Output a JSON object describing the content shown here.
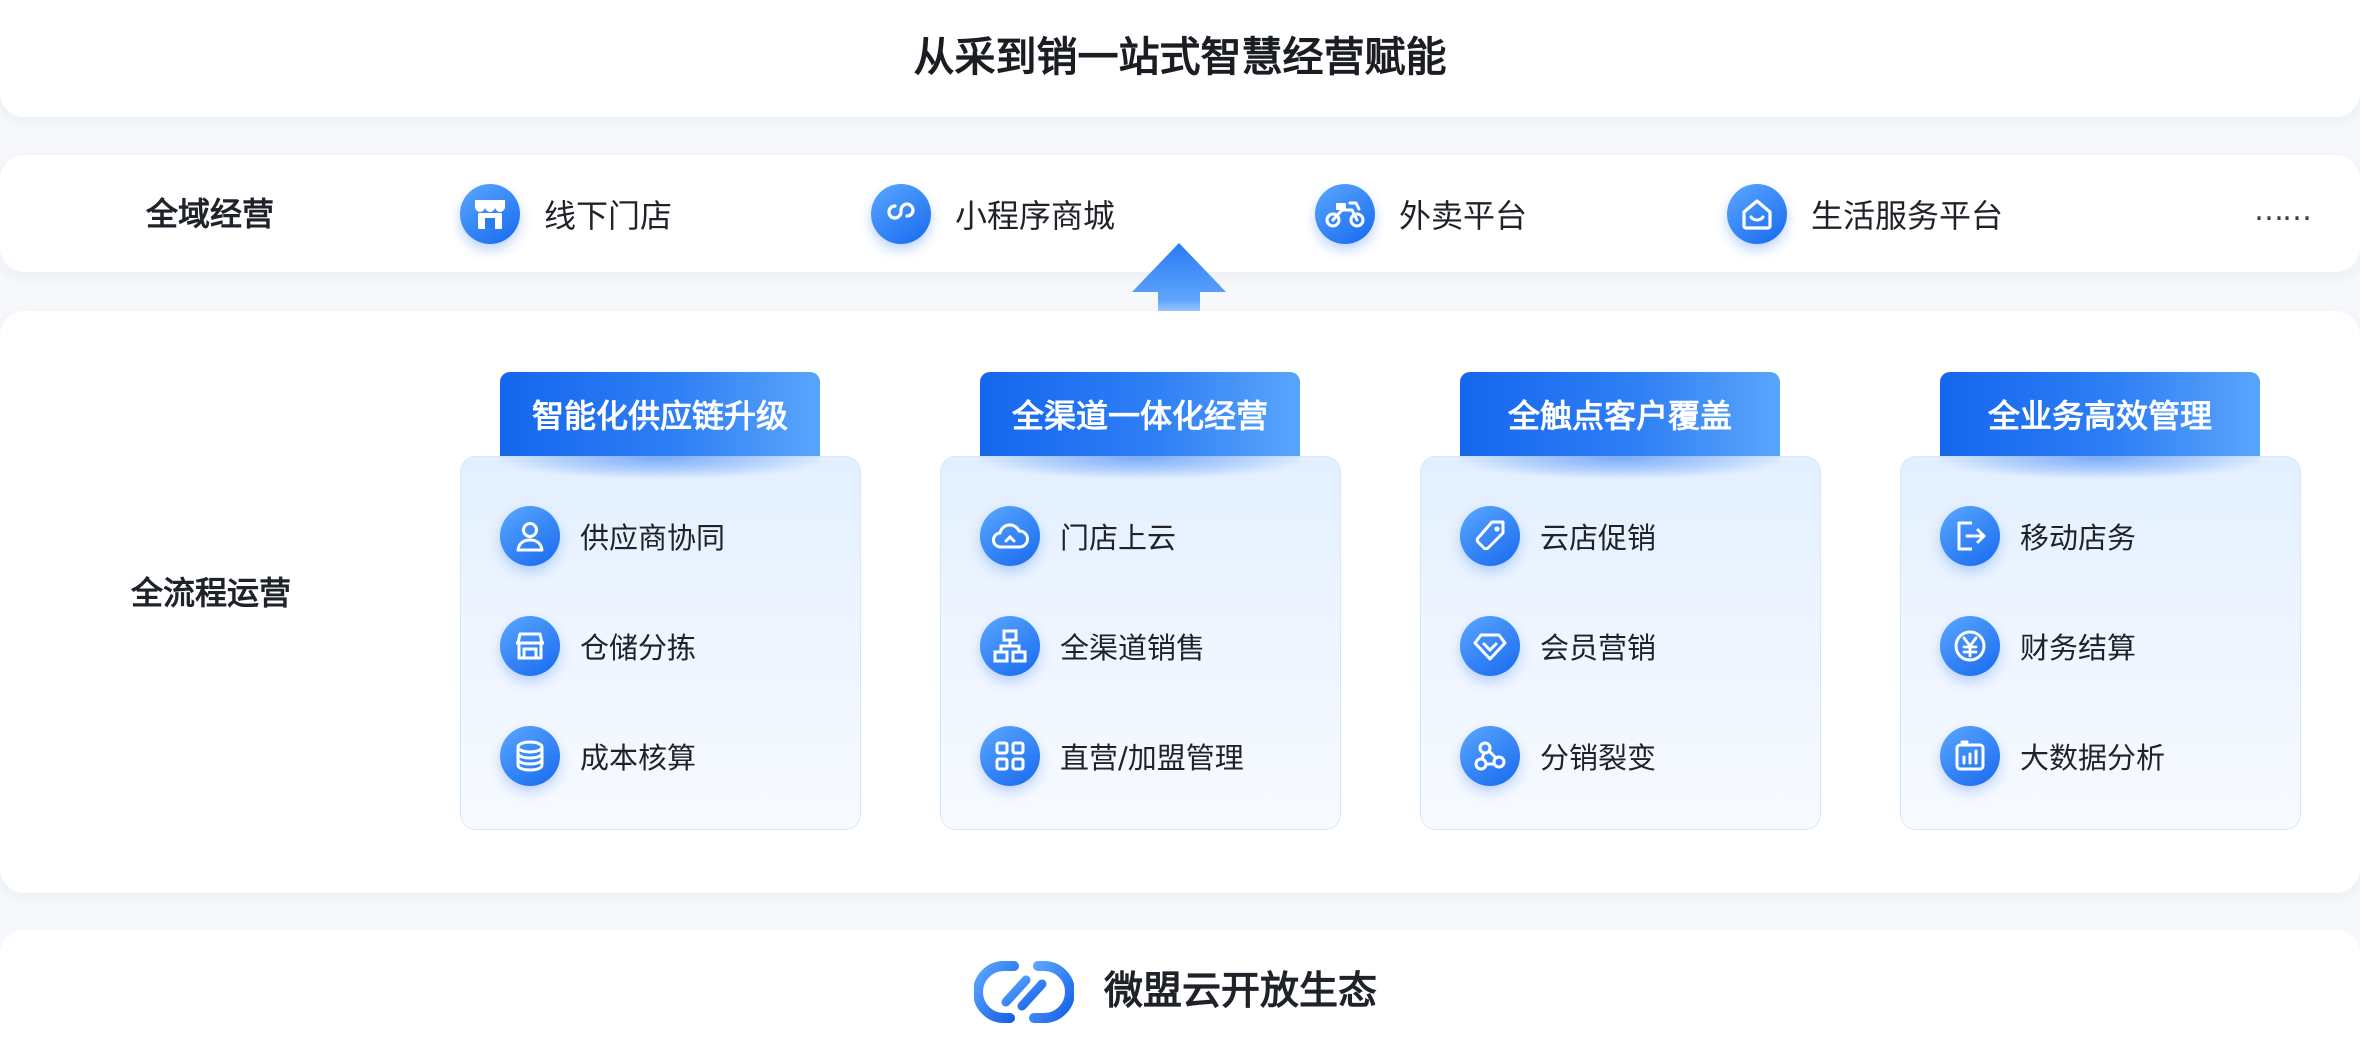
{
  "title": "从采到销一站式智慧经营赋能",
  "channels": {
    "row_label": "全域经营",
    "items": [
      {
        "label": "线下门店",
        "icon": "store-icon"
      },
      {
        "label": "小程序商城",
        "icon": "mini-program-icon"
      },
      {
        "label": "外卖平台",
        "icon": "delivery-bike-icon"
      },
      {
        "label": "生活服务平台",
        "icon": "house-smile-icon"
      }
    ],
    "more": "……"
  },
  "process": {
    "row_label": "全流程运营",
    "cards": [
      {
        "title": "智能化供应链升级",
        "items": [
          {
            "label": "供应商协同",
            "icon": "person-icon"
          },
          {
            "label": "仓储分拣",
            "icon": "warehouse-icon"
          },
          {
            "label": "成本核算",
            "icon": "coin-stack-icon"
          }
        ]
      },
      {
        "title": "全渠道一体化经营",
        "items": [
          {
            "label": "门店上云",
            "icon": "cloud-icon"
          },
          {
            "label": "全渠道销售",
            "icon": "org-chart-icon"
          },
          {
            "label": "直营/加盟管理",
            "icon": "grid-icon"
          }
        ]
      },
      {
        "title": "全触点客户覆盖",
        "items": [
          {
            "label": "云店促销",
            "icon": "price-tag-icon"
          },
          {
            "label": "会员营销",
            "icon": "diamond-icon"
          },
          {
            "label": "分销裂变",
            "icon": "share-nodes-icon"
          }
        ]
      },
      {
        "title": "全业务高效管理",
        "items": [
          {
            "label": "移动店务",
            "icon": "logout-icon"
          },
          {
            "label": "财务结算",
            "icon": "yuan-icon"
          },
          {
            "label": "大数据分析",
            "icon": "bar-chart-icon"
          }
        ]
      }
    ]
  },
  "footer": {
    "text": "微盟云开放生态",
    "logo": "weimob-cloud-logo"
  },
  "colors": {
    "accent": "#1769ef",
    "accent_light": "#5aa7ff",
    "card_bg": "#eef5ff"
  }
}
